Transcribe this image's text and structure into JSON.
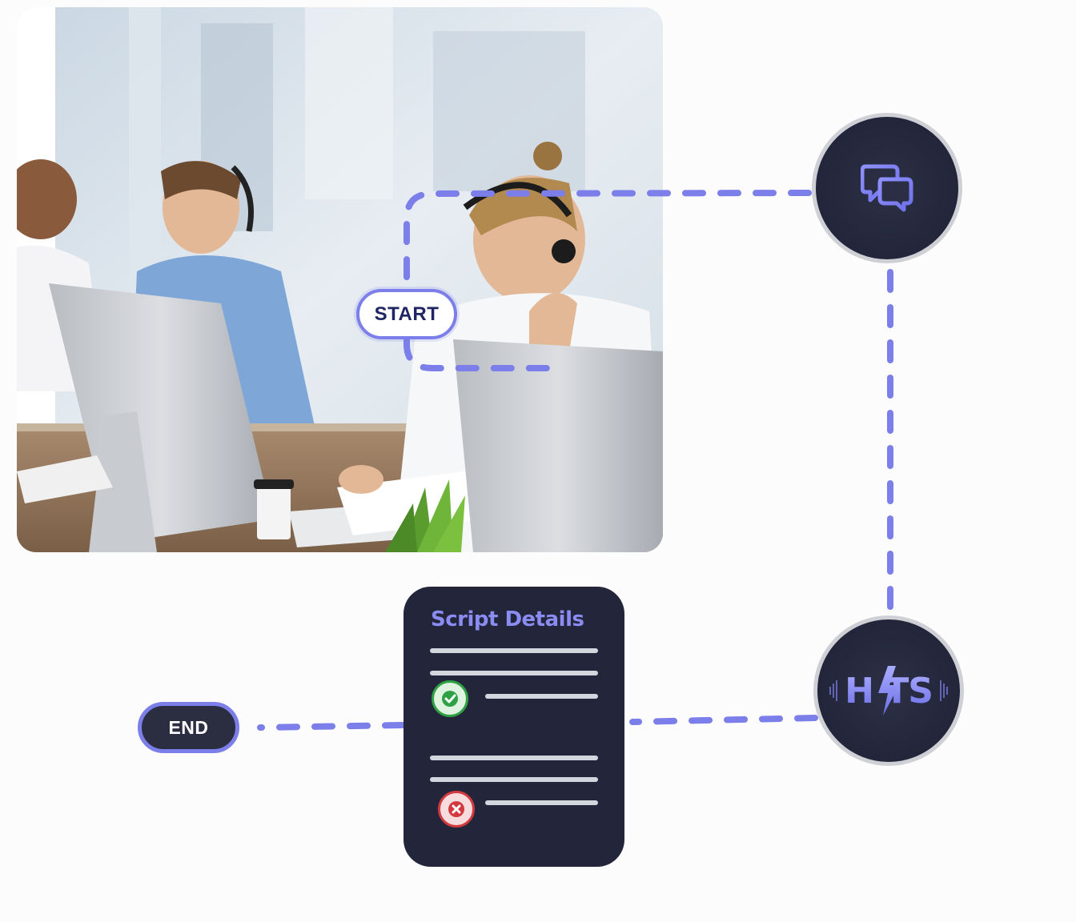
{
  "diagram": {
    "start_label": "START",
    "end_label": "END",
    "script_card": {
      "title": "Script Details",
      "checks": [
        {
          "status": "pass",
          "icon": "check-icon",
          "color": "#2fa043"
        },
        {
          "status": "fail",
          "icon": "x-icon",
          "color": "#d33a3f"
        }
      ]
    },
    "nodes": [
      {
        "id": "chat",
        "icon": "chat-bubbles-icon"
      },
      {
        "id": "logo",
        "icon": "hits-logo-icon",
        "logo_text": "HITS"
      }
    ],
    "photo": {
      "subject": "call-center-agents-photo"
    },
    "colors": {
      "connector": "#7c7ee9",
      "node_bg": "#23263a",
      "node_ring": "#cfd0d6",
      "card_title": "#8a8cf2"
    }
  }
}
